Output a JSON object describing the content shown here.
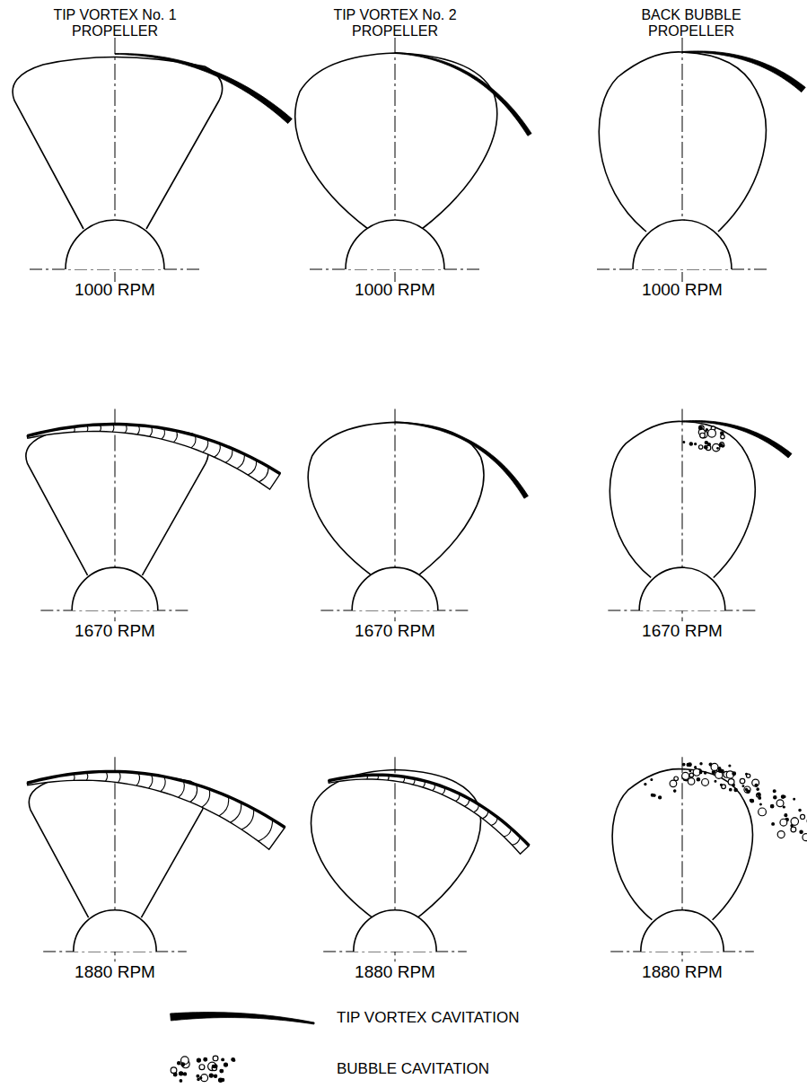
{
  "diagram": {
    "labels": [
      "TIP VORTEX No. 1 PROPELLER",
      "TIP VORTEX No. 2 PROPELLER",
      "BACK BUBBLE PROPELLER",
      "1000 RPM",
      "1000 RPM",
      "1000 RPM",
      "1670 RPM",
      "1670 RPM",
      "1670 RPM",
      "1880 RPM",
      "1880 RPM",
      "1880 RPM"
    ],
    "legend": [
      {
        "text": "TIP VORTEX CAVITATION"
      },
      {
        "text": "BUBBLE CAVITATION"
      }
    ]
  }
}
